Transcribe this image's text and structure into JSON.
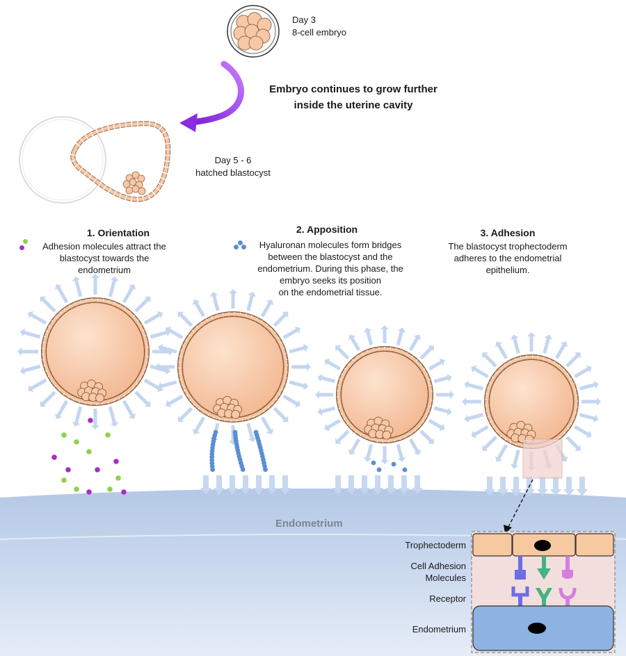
{
  "top": {
    "day3": "Day 3",
    "day3_desc": "8-cell embryo",
    "grow_line1": "Embryo continues to grow further",
    "grow_line2": "inside the uterine cavity",
    "day56": "Day 5 - 6",
    "day56_desc": "hatched blastocyst"
  },
  "stages": [
    {
      "title": "1. Orientation",
      "lines": [
        "Adhesion molecules attract the",
        "blastocyst towards the",
        "endometrium"
      ]
    },
    {
      "title": "2. Apposition",
      "lines": [
        "Hyaluronan molecules form bridges",
        "between the blastocyst and the",
        "endometrium. During this phase, the",
        "embryo seeks its position",
        "on the endometrial tissue."
      ]
    },
    {
      "title": "3. Adhesion",
      "lines": [
        "The blastocyst trophectoderm",
        "adheres to the endometrial",
        "epithelium."
      ]
    }
  ],
  "endometrium_label": "Endometrium",
  "inset": {
    "trophectoderm": "Trophectoderm",
    "cam1": "Cell Adhesion",
    "cam2": "Molecules",
    "receptor": "Receptor",
    "endometrium": "Endometrium"
  },
  "colors": {
    "embryo": "#f6c7a6",
    "cell_outline": "#8a5a35",
    "ray": "#c4d6ef",
    "endometrium_top": "#b5c9e6",
    "endometrium_bottom": "#dbe6f4",
    "purple_arrow": "#8a2be2",
    "green_dot": "#8ed14b",
    "purple_dot": "#a52fc6",
    "blue_dot": "#5b8fd1",
    "adhesion_box": "#f2d3d0",
    "trophectoderm_fill": "#f7c9a1",
    "endo_cell_fill": "#8cb3e2",
    "cam_blue": "#6d6de6",
    "cam_green": "#43b37f",
    "cam_pink": "#d37fe0"
  }
}
